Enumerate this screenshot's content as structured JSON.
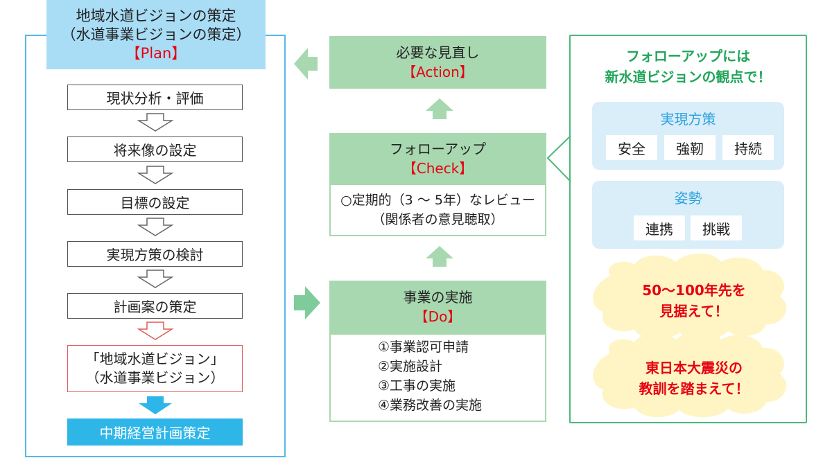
{
  "plan": {
    "title_line1": "地域水道ビジョンの策定",
    "title_line2": "（水道事業ビジョンの策定）",
    "title_tag": "【Plan】",
    "steps": [
      "現状分析・評価",
      "将来像の設定",
      "目標の設定",
      "実現方策の検討",
      "計画案の策定"
    ],
    "final_line1": "「地域水道ビジョン」",
    "final_line2": "（水道事業ビジョン）",
    "mid_term": "中期経営計画策定"
  },
  "action": {
    "title": "必要な見直し",
    "tag": "【Action】"
  },
  "check": {
    "title": "フォローアップ",
    "tag": "【Check】",
    "body_line1": "○定期的（3 ～ 5年）なレビュー",
    "body_line2": "（関係者の意見聴取）"
  },
  "do": {
    "title": "事業の実施",
    "tag": "【Do】",
    "items": [
      "①事業認可申請",
      "②実施設計",
      "③工事の実施",
      "④業務改善の実施"
    ]
  },
  "followup": {
    "title_line1": "フォローアップには",
    "title_line2": "新水道ビジョンの観点で！",
    "measures_title": "実現方策",
    "measures": [
      "安全",
      "強靭",
      "持続"
    ],
    "stance_title": "姿勢",
    "stance": [
      "連携",
      "挑戦"
    ],
    "cloud1_line1": "50～100年先を",
    "cloud1_line2": "見据えて！",
    "cloud2_line1": "東日本大震災の",
    "cloud2_line2": "教訓を踏まえて！"
  },
  "colors": {
    "plan_frame": "#55b8e6",
    "plan_header": "#a9dcf5",
    "cycle_green": "#a8d8b0",
    "arrow_green": "#7fcc9a",
    "accent_red": "#e60012",
    "followup_green": "#21a65a",
    "measure_blue": "#2ea0de",
    "cloud_yellow": "#fff5c4"
  }
}
